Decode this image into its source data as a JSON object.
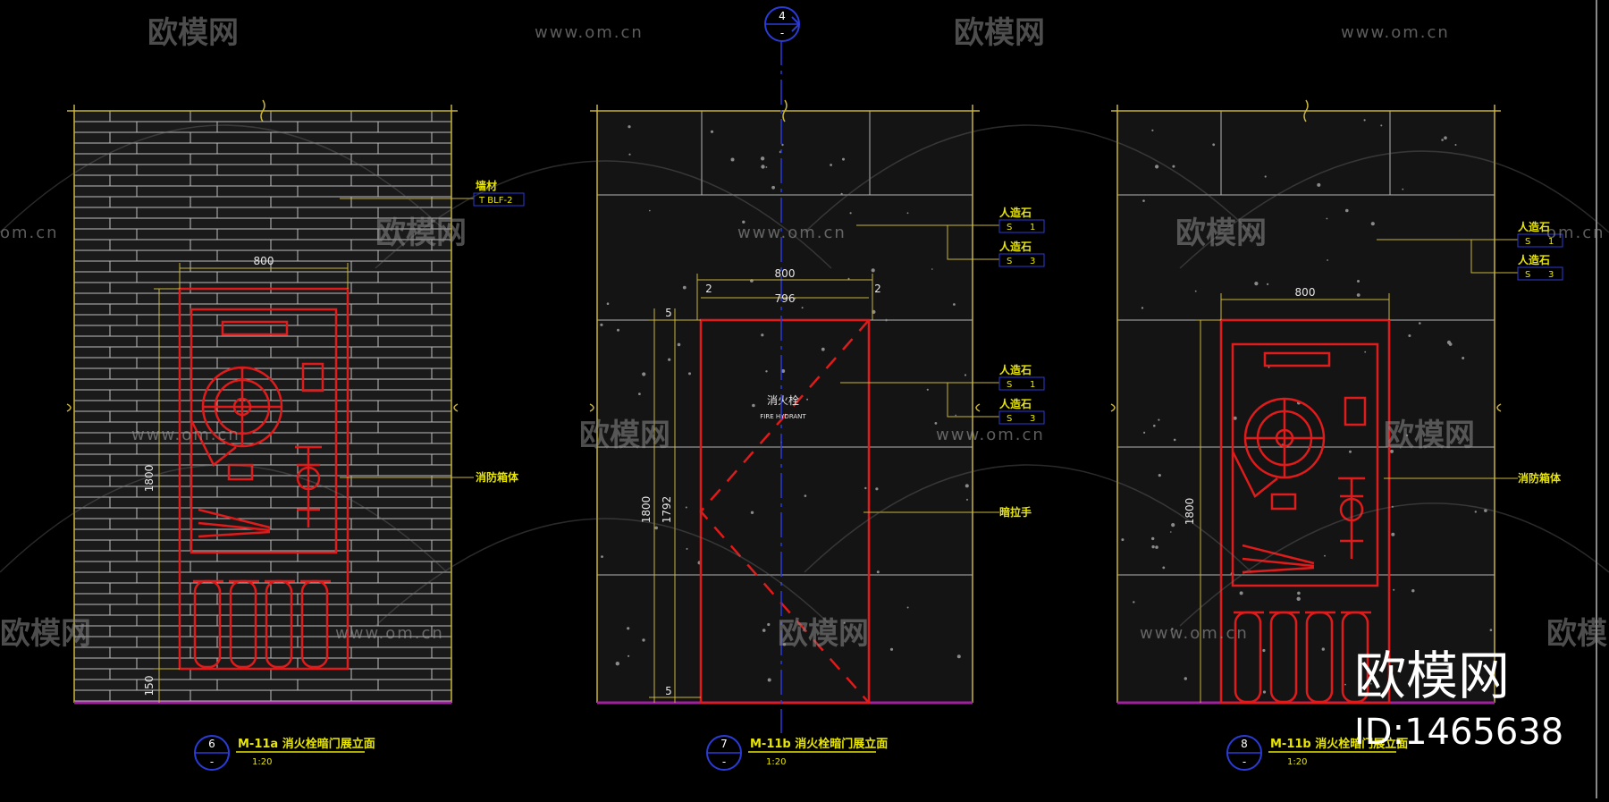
{
  "watermark": {
    "brand": "欧模网",
    "url": "www.om.cn",
    "url_partial": "om.cn"
  },
  "branding": {
    "site": "欧模网",
    "id": "ID:1465638"
  },
  "drawings": [
    {
      "bubble_num": "6",
      "bubble_sub": "-",
      "title": "M-11a 消火栓暗门展立面",
      "scale": "1:20",
      "dims": {
        "width": "800",
        "height": "1800",
        "base": "150"
      },
      "callouts": [
        {
          "label": "墙材",
          "code": "T  BLF-2"
        },
        {
          "label": "消防箱体",
          "code": ""
        }
      ]
    },
    {
      "bubble_num": "7",
      "bubble_sub": "-",
      "title": "M-11b 消火栓暗门展立面",
      "scale": "1:20",
      "dims": {
        "width": "800",
        "inner": "796",
        "gap_left": "2",
        "gap_right": "2",
        "top": "5",
        "height": "1800",
        "inner_height": "1792",
        "bottom": "5"
      },
      "door_text": "消火栓",
      "door_sub": "FIRE HYDRANT",
      "callouts": [
        {
          "label": "人造石",
          "code_a": "S",
          "code_b": "1"
        },
        {
          "label": "人造石",
          "code_a": "S",
          "code_b": "3"
        },
        {
          "label": "人造石",
          "code_a": "S",
          "code_b": "1"
        },
        {
          "label": "人造石",
          "code_a": "S",
          "code_b": "3"
        },
        {
          "label": "暗拉手",
          "code": ""
        }
      ]
    },
    {
      "bubble_num": "8",
      "bubble_sub": "-",
      "title": "M-11b 消火栓暗门展立面",
      "scale": "1:20",
      "dims": {
        "width": "800",
        "height": "1800"
      },
      "callouts": [
        {
          "label": "人造石",
          "code_a": "S",
          "code_b": "1"
        },
        {
          "label": "人造石",
          "code_a": "S",
          "code_b": "3"
        },
        {
          "label": "消防箱体",
          "code": ""
        }
      ]
    }
  ],
  "section_marker": {
    "num": "4",
    "sub": "-"
  },
  "colors": {
    "background": "#000000",
    "frame": "#c8b43c",
    "grid": "#b4b4b4",
    "red": "#e01b1b",
    "yellow": "#e8e600",
    "blue": "#2b3bd6",
    "magenta": "#a020a0",
    "watermark": "#8c8c8c"
  }
}
